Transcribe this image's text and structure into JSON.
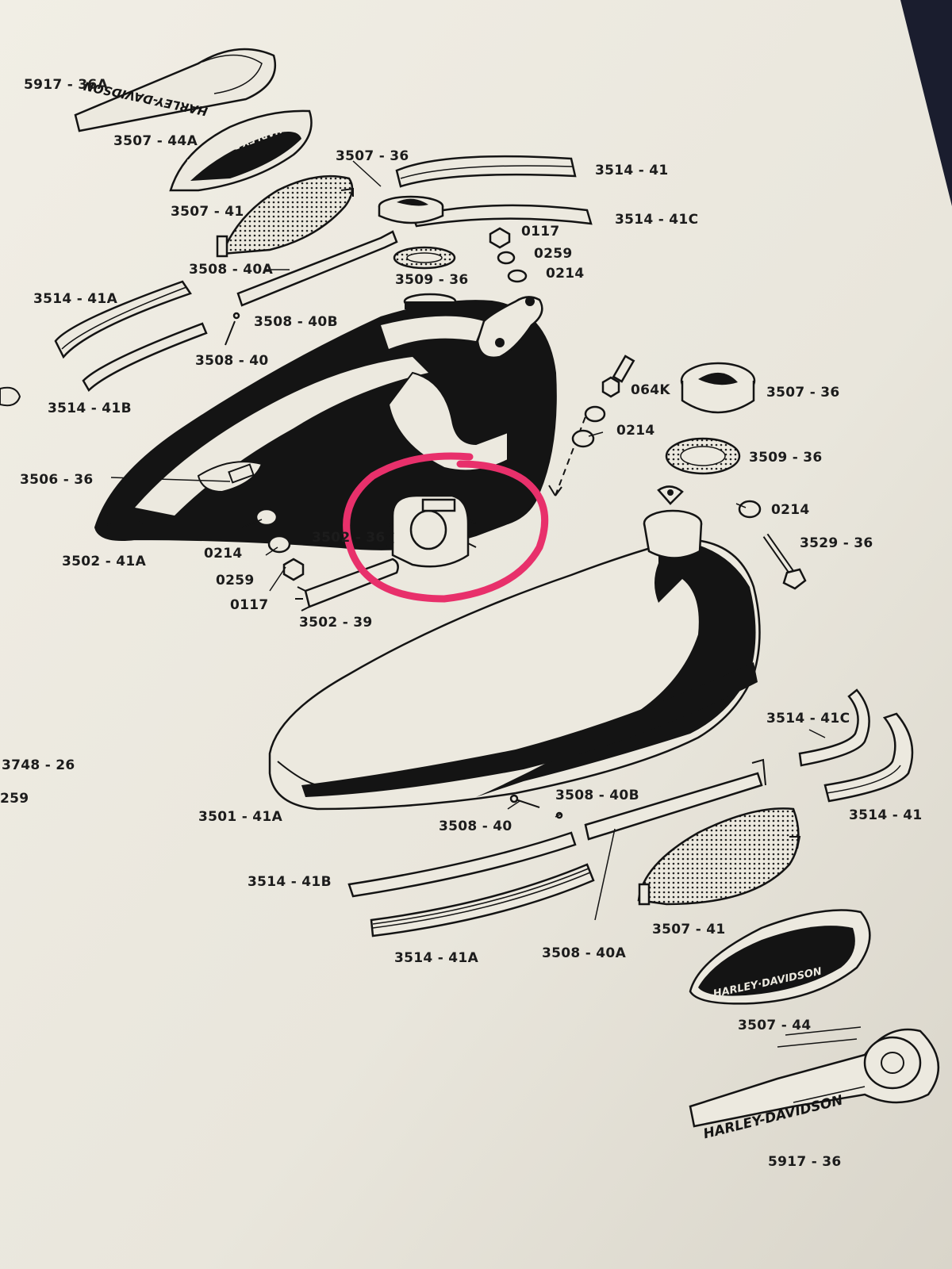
{
  "diagram": {
    "labels": [
      {
        "id": "p5917-36A",
        "text": "5917 - 36A"
      },
      {
        "id": "p3507-44A",
        "text": "3507 - 44A"
      },
      {
        "id": "p3507-36-top",
        "text": "3507 - 36"
      },
      {
        "id": "p3514-41-top",
        "text": "3514 - 41"
      },
      {
        "id": "p3507-41-top",
        "text": "3507 - 41"
      },
      {
        "id": "p3514-41C-top",
        "text": "3514 - 41C"
      },
      {
        "id": "p0117-top",
        "text": "0117"
      },
      {
        "id": "p0259-top",
        "text": "0259"
      },
      {
        "id": "p3508-40A-top",
        "text": "3508 - 40A"
      },
      {
        "id": "p3509-36-top",
        "text": "3509 - 36"
      },
      {
        "id": "p0214-top",
        "text": "0214"
      },
      {
        "id": "p3514-41A-top",
        "text": "3514 - 41A"
      },
      {
        "id": "p3508-40B-top",
        "text": "3508 - 40B"
      },
      {
        "id": "p3508-40-top",
        "text": "3508 - 40"
      },
      {
        "id": "p064K",
        "text": "064K"
      },
      {
        "id": "p3507-36-right",
        "text": "3507 - 36"
      },
      {
        "id": "p3514-41B-top",
        "text": "3514 - 41B"
      },
      {
        "id": "p0214-mid",
        "text": "0214"
      },
      {
        "id": "p3509-36-right",
        "text": "3509 - 36"
      },
      {
        "id": "p3506-36",
        "text": "3506 - 36"
      },
      {
        "id": "p0214-right",
        "text": "0214"
      },
      {
        "id": "p3502-36",
        "text": "3502 - 36"
      },
      {
        "id": "p3529-36",
        "text": "3529 - 36"
      },
      {
        "id": "p3502-41A",
        "text": "3502 - 41A"
      },
      {
        "id": "p0214-left",
        "text": "0214"
      },
      {
        "id": "p0259-left",
        "text": "0259"
      },
      {
        "id": "p0117-left",
        "text": "0117"
      },
      {
        "id": "p3502-39",
        "text": "3502 - 39"
      },
      {
        "id": "p3514-41C-right",
        "text": "3514 - 41C"
      },
      {
        "id": "p3748-26",
        "text": "3748 - 26"
      },
      {
        "id": "p259-edge",
        "text": "259"
      },
      {
        "id": "p3508-40B-bottom",
        "text": "3508 - 40B"
      },
      {
        "id": "p3501-41A",
        "text": "3501 - 41A"
      },
      {
        "id": "p3508-40-bottom",
        "text": "3508 - 40"
      },
      {
        "id": "p3514-41-right",
        "text": "3514 - 41"
      },
      {
        "id": "p3514-41B-bottom",
        "text": "3514 - 41B"
      },
      {
        "id": "p3507-41-bottom",
        "text": "3507 - 41"
      },
      {
        "id": "p3514-41A-bottom",
        "text": "3514 - 41A"
      },
      {
        "id": "p3508-40A-bottom",
        "text": "3508 - 40A"
      },
      {
        "id": "p3507-44",
        "text": "3507 - 44"
      },
      {
        "id": "p5917-36",
        "text": "5917 - 36"
      }
    ],
    "emblems": {
      "emblem_top_text": "HARLEY-DAVIDSON",
      "panel_top_text": "HARLEY-DAVIDSON",
      "panel_bottom_text": "HARLEY·DAVIDSON",
      "emblem_bottom_text": "HARLEY-DAVIDSON"
    },
    "colors": {
      "paper": "#ece9df",
      "ink": "#141414",
      "highlight": "#e8306b",
      "background": "#1a1d2e"
    }
  }
}
